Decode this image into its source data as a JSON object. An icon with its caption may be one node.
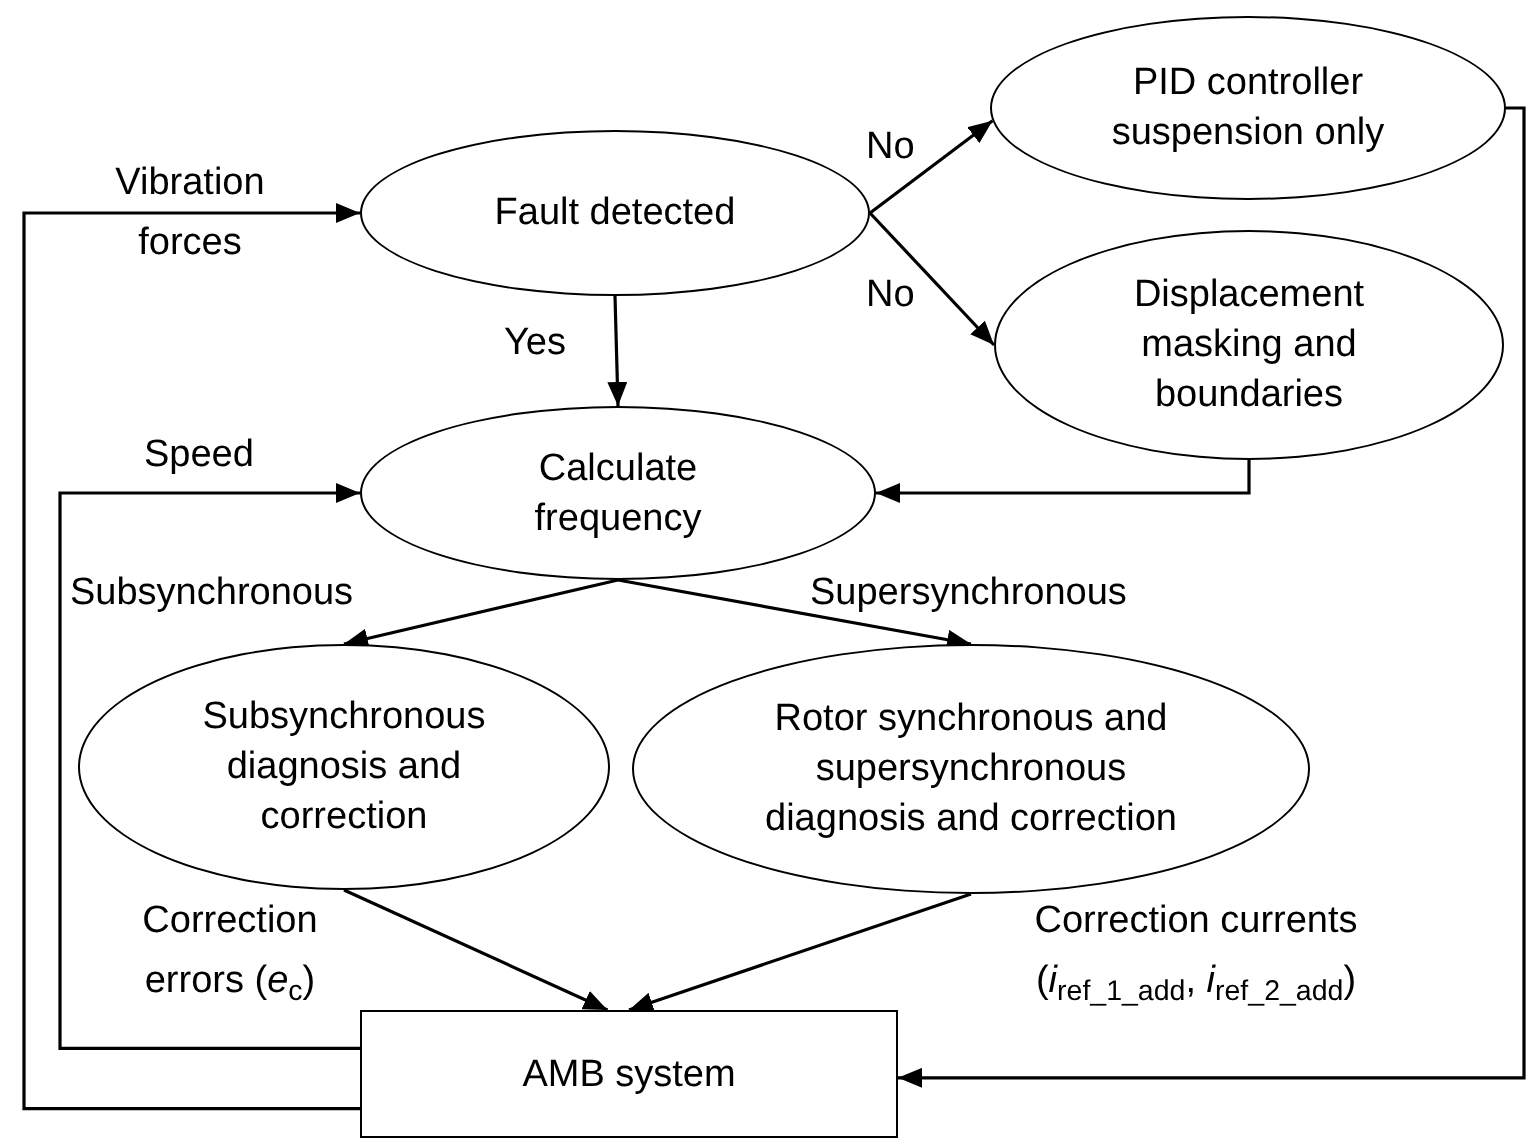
{
  "diagram": {
    "nodes": [
      {
        "text": [
          "Fault detected"
        ]
      },
      {
        "text": [
          "PID controller suspension only"
        ]
      },
      {
        "text": [
          "Displacement masking and boundaries"
        ]
      },
      {
        "text": [
          "Calculate frequency"
        ]
      },
      {
        "text": [
          "Subsynchronous diagnosis and correction"
        ]
      },
      {
        "text": [
          "Rotor synchronous and supersynchronous diagnosis and correction"
        ]
      },
      {
        "text": [
          "AMB system"
        ]
      }
    ],
    "edges": [
      {
        "from": 0,
        "to": 1,
        "arrow": "to",
        "label": "No"
      },
      {
        "from": 0,
        "to": 2,
        "arrow": "to",
        "label": "No"
      },
      {
        "from": 0,
        "to": 3,
        "arrow": "to",
        "label": "Yes"
      },
      {
        "from": 2,
        "to": 3,
        "arrow": "to"
      },
      {
        "from": 3,
        "to": 4,
        "arrow": "to",
        "label": "Subsynchronous"
      },
      {
        "from": 3,
        "to": 5,
        "arrow": "to",
        "label": "Supersynchronous"
      },
      {
        "from": 4,
        "to": 6,
        "arrow": "to",
        "label": "Correction errors (*e*$_{c}$)"
      },
      {
        "from": 5,
        "to": 6,
        "arrow": "to",
        "label": "Correction currents (*i*$_{ref_1_add}$, *i*$_{ref_2_add}$)"
      },
      {
        "from": 6,
        "to": 0,
        "arrow": "to",
        "label": "Vibration forces"
      },
      {
        "from": 6,
        "to": 3,
        "arrow": "to",
        "label": "Speed"
      },
      {
        "from": 1,
        "to": 6,
        "arrow": "to"
      }
    ]
  }
}
